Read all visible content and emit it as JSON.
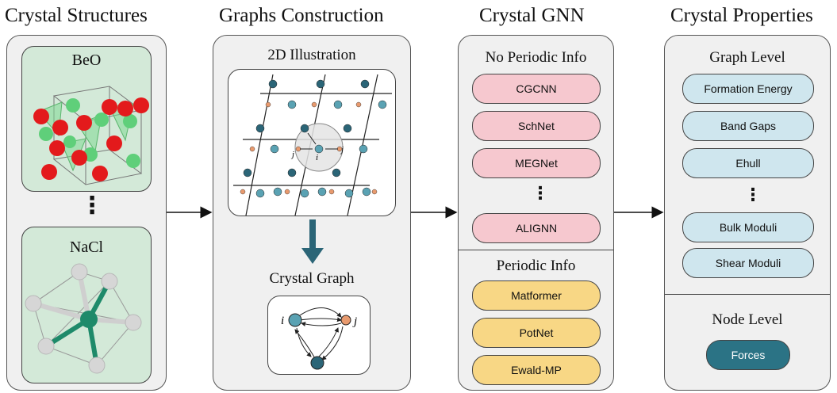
{
  "columns": {
    "structures": {
      "title": "Crystal Structures",
      "top_material": "BeO",
      "bottom_material": "NaCl",
      "ellipsis": "⋮"
    },
    "construction": {
      "title": "Graphs Construction",
      "illustration_title": "2D Illustration",
      "graph_title": "Crystal Graph",
      "node_i": "i",
      "node_j": "j"
    },
    "gnn": {
      "title": "Crystal GNN",
      "no_periodic": {
        "title": "No Periodic Info",
        "models": [
          "CGCNN",
          "SchNet",
          "MEGNet"
        ],
        "ellipsis": "⋮",
        "last_model": "ALIGNN"
      },
      "periodic": {
        "title": "Periodic Info",
        "models": [
          "Matformer",
          "PotNet",
          "Ewald-MP"
        ]
      }
    },
    "properties": {
      "title": "Crystal Properties",
      "graph_level": {
        "title": "Graph Level",
        "items": [
          "Formation Energy",
          "Band Gaps",
          "Ehull"
        ],
        "ellipsis": "⋮",
        "more_items": [
          "Bulk Moduli",
          "Shear Moduli"
        ]
      },
      "node_level": {
        "title": "Node Level",
        "items": [
          "Forces"
        ]
      }
    }
  },
  "colors": {
    "panel_bg": "#f0f0f0",
    "pink": "#f6c8cf",
    "yellow": "#f8d785",
    "light_blue": "#cfe6ee",
    "dark_teal": "#2b7385",
    "orange_node": "#e89a6e",
    "teal_node": "#5aa2b3",
    "be_atom": "#e31a1c",
    "o_atom": "#5fcf7a",
    "na_atom": "#d9d9d9",
    "cl_atom": "#1e8a6a",
    "arrow": "#2b6577"
  },
  "icons": [
    "right-arrow-icon",
    "down-arrow-icon",
    "crystal-lattice-icon",
    "graph-icon"
  ]
}
